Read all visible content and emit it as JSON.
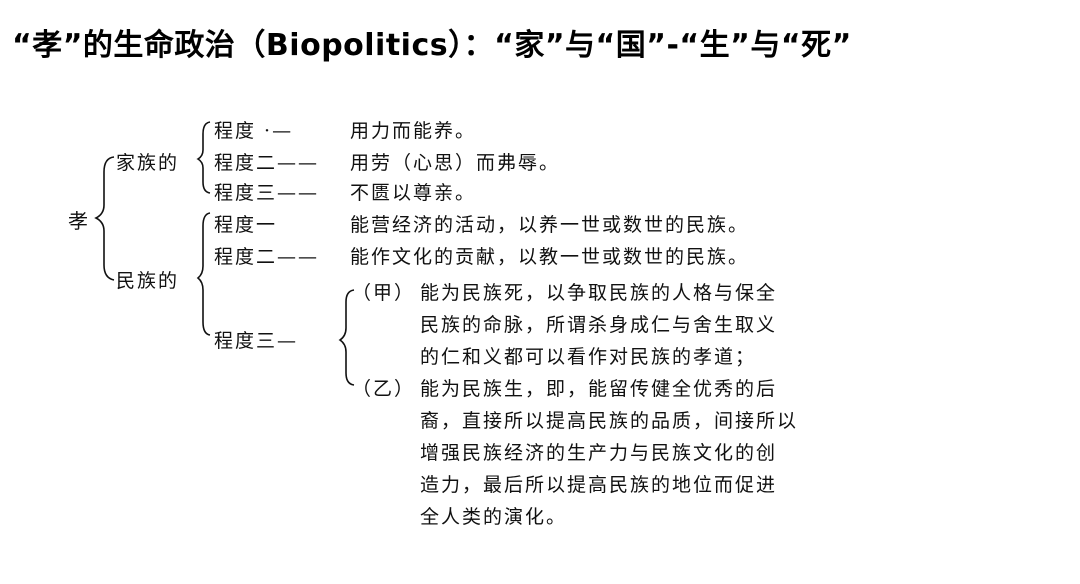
{
  "title": "“孝”的生命政治（Biopolitics）：“家”与“国”-“生”与“死”",
  "root": "孝",
  "family": {
    "label": "家族的",
    "levels": [
      {
        "key": "程度 ·—",
        "text": "用力而能养。"
      },
      {
        "key": "程度二——",
        "text": "用劳（心思）而弗辱。"
      },
      {
        "key": "程度三——",
        "text": "不匮以尊亲。"
      }
    ]
  },
  "nation": {
    "label": "民族的",
    "levels": [
      {
        "key": "程度一",
        "text": "能营经济的活动，以养一世或数世的民族。"
      },
      {
        "key": "程度二——",
        "text": "能作文化的贡献，以教一世或数世的民族。"
      },
      {
        "key": "程度三—",
        "text": ""
      }
    ],
    "sub": {
      "jia_key": "（甲）",
      "jia_lines": [
        "能为民族死，以争取民族的人格与保全",
        "民族的命脉，所谓杀身成仁与舍生取义",
        "的仁和义都可以看作对民族的孝道；"
      ],
      "yi_key": "（乙）",
      "yi_lines": [
        "能为民族生，即，能留传健全优秀的后",
        "裔，直接所以提高民族的品质，间接所以",
        "增强民族经济的生产力与民族文化的创",
        "造力，最后所以提高民族的地位而促进",
        "全人类的演化。"
      ]
    }
  }
}
